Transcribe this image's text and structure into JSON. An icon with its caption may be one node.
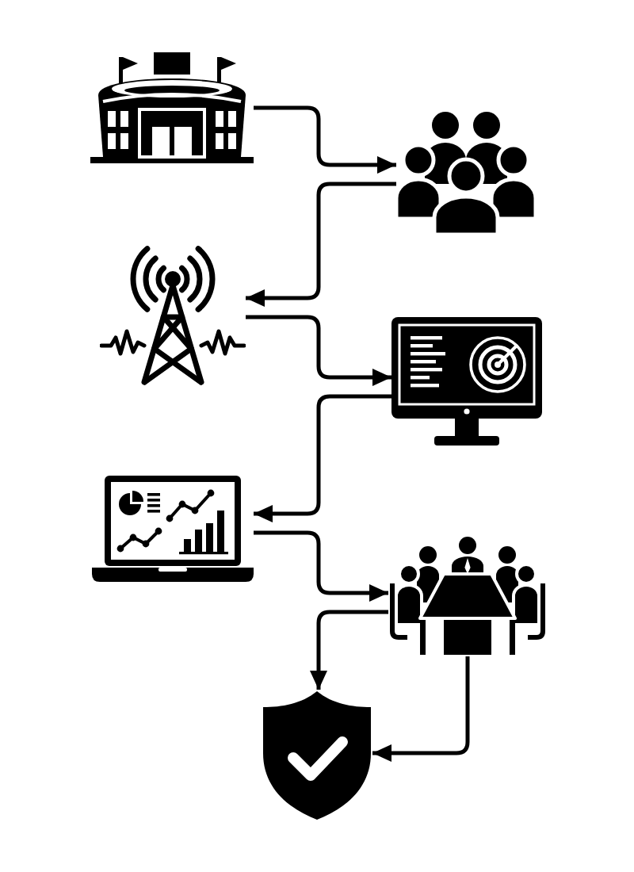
{
  "diagram": {
    "nodes": [
      {
        "text": [],
        "shape": "picture"
      },
      {
        "text": [],
        "shape": "picture"
      },
      {
        "text": [],
        "shape": "picture"
      },
      {
        "text": [],
        "shape": "picture"
      },
      {
        "text": [],
        "shape": "picture"
      },
      {
        "text": [],
        "shape": "picture"
      },
      {
        "text": [],
        "shape": "picture"
      }
    ],
    "edges": [
      {
        "from": 0,
        "to": 1,
        "arrow": "to"
      },
      {
        "from": 1,
        "to": 2,
        "arrow": "to"
      },
      {
        "from": 2,
        "to": 3,
        "arrow": "to"
      },
      {
        "from": 3,
        "to": 4,
        "arrow": "to"
      },
      {
        "from": 4,
        "to": 5,
        "arrow": "to"
      },
      {
        "from": 5,
        "to": 6,
        "arrow": "to"
      },
      {
        "from": 5,
        "to": 6,
        "arrow": "to"
      }
    ]
  }
}
